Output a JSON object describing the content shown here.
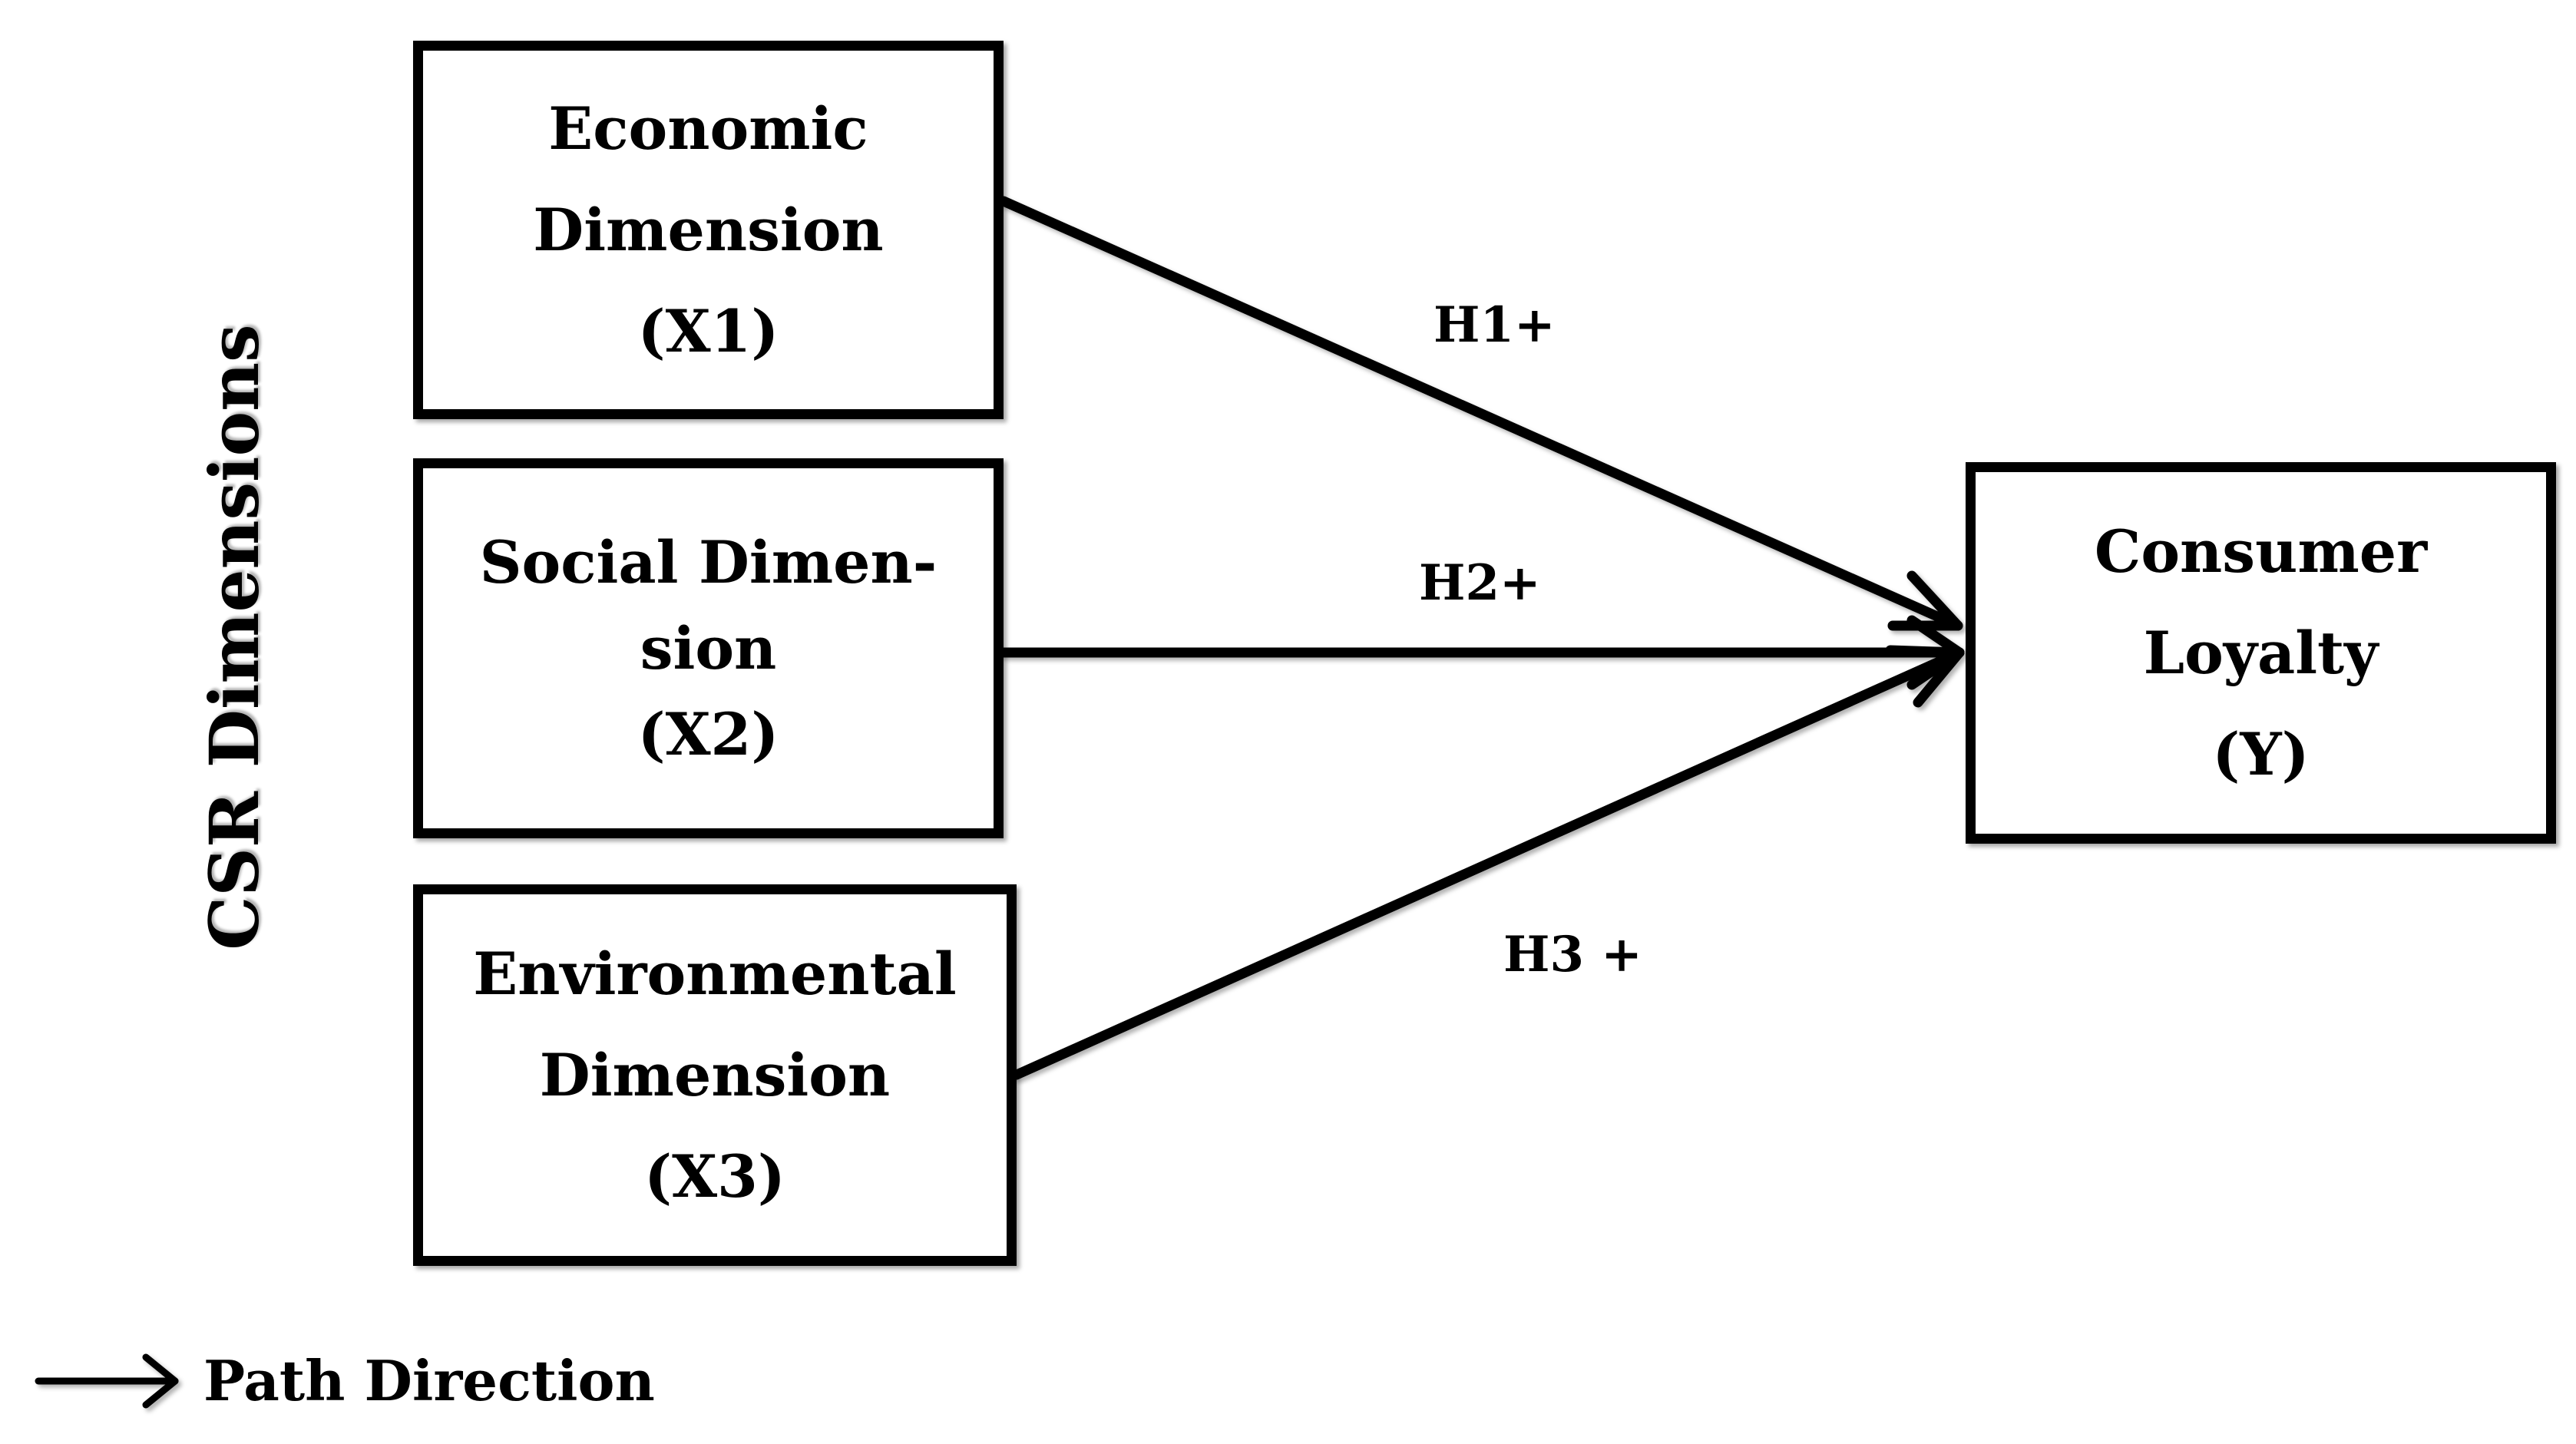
{
  "side_title": "CSR Dimensions",
  "boxes": {
    "economic": {
      "line1": "Economic",
      "line2": "Dimension",
      "line3": "(X1)"
    },
    "social": {
      "line1": "Social Dimen-",
      "line2": "sion",
      "line3": "(X2)"
    },
    "environmental": {
      "line1": "Environmental",
      "line2": "Dimension",
      "line3": "(X3)"
    },
    "loyalty": {
      "line1": "Consumer",
      "line2": "Loyalty",
      "line3": "(Y)"
    }
  },
  "paths": {
    "h1": "H1+",
    "h2": "H2+",
    "h3": "H3 +"
  },
  "legend": {
    "label": "Path Direction"
  }
}
